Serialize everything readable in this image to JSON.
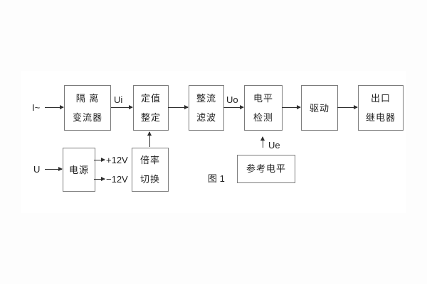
{
  "diagram": {
    "caption": "图 1",
    "signal_labels": {
      "input_current": "I~",
      "ui": "Ui",
      "uo": "Uo",
      "ue": "Ue",
      "input_voltage": "U",
      "plus_rail": "+12V",
      "minus_rail": "−12V"
    },
    "blocks": {
      "isolation_transformer": {
        "line1": "隔 离",
        "line2": "变流器"
      },
      "setting_adjust": {
        "line1": "定值",
        "line2": "整定"
      },
      "rectifier_filter": {
        "line1": "整流",
        "line2": "滤波"
      },
      "level_detect": {
        "line1": "电平",
        "line2": "检测"
      },
      "driver": {
        "line1": "驱动"
      },
      "output_relay": {
        "line1": "出口",
        "line2": "继电器"
      },
      "power_supply": {
        "line1": "电源"
      },
      "ratio_switch": {
        "line1": "倍率",
        "line2": "切换"
      },
      "reference_level": {
        "line1": "参考电平"
      }
    },
    "colors": {
      "line": "#2d2d2d",
      "box_border": "#7a7a7a",
      "background": "#ffffff"
    }
  }
}
